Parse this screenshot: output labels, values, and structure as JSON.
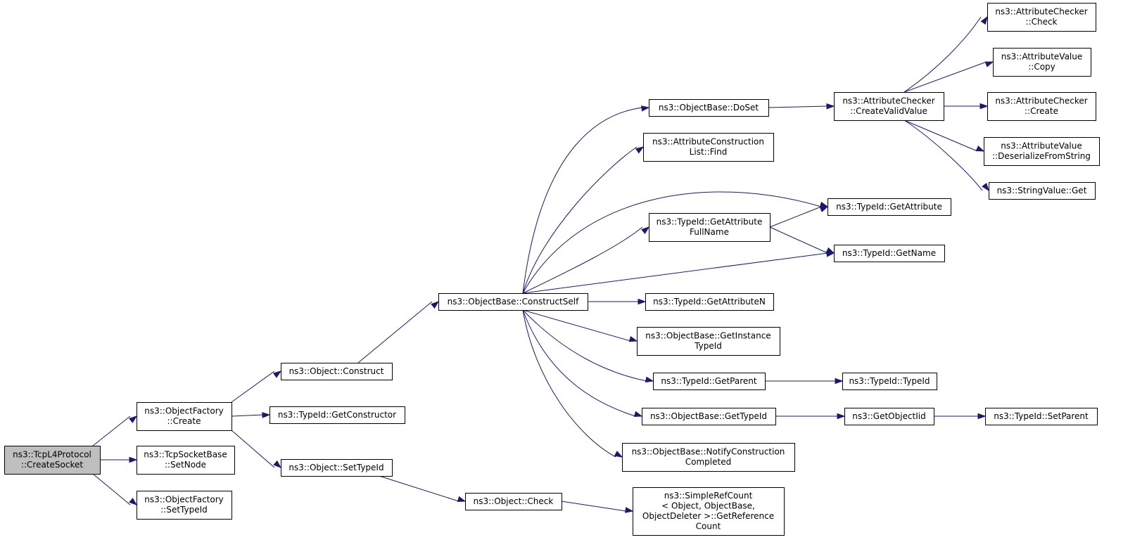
{
  "nodes": {
    "tcp_createsocket": [
      "ns3::TcpL4Protocol",
      "::CreateSocket"
    ],
    "of_create": [
      "ns3::ObjectFactory",
      "::Create"
    ],
    "tsb_setnode": [
      "ns3::TcpSocketBase",
      "::SetNode"
    ],
    "of_settypeid": [
      "ns3::ObjectFactory",
      "::SetTypeId"
    ],
    "obj_construct": [
      "ns3::Object::Construct"
    ],
    "tid_getconstructor": [
      "ns3::TypeId::GetConstructor"
    ],
    "obj_settypeid": [
      "ns3::Object::SetTypeId"
    ],
    "ob_constructself": [
      "ns3::ObjectBase::ConstructSelf"
    ],
    "obj_check": [
      "ns3::Object::Check"
    ],
    "ob_doset": [
      "ns3::ObjectBase::DoSet"
    ],
    "acl_find": [
      "ns3::AttributeConstruction",
      "List::Find"
    ],
    "tid_getattrfullname": [
      "ns3::TypeId::GetAttribute",
      "FullName"
    ],
    "tid_getattributen": [
      "ns3::TypeId::GetAttributeN"
    ],
    "ob_getinstancetypeid": [
      "ns3::ObjectBase::GetInstance",
      "TypeId"
    ],
    "tid_getparent": [
      "ns3::TypeId::GetParent"
    ],
    "ob_gettypeid": [
      "ns3::ObjectBase::GetTypeId"
    ],
    "ob_notifyconstruction": [
      "ns3::ObjectBase::NotifyConstruction",
      "Completed"
    ],
    "src_getrefcount": [
      "ns3::SimpleRefCount",
      "< Object, ObjectBase,",
      " ObjectDeleter >::GetReference",
      "Count"
    ],
    "ac_createvalidvalue": [
      "ns3::AttributeChecker",
      "::CreateValidValue"
    ],
    "tid_getattribute": [
      "ns3::TypeId::GetAttribute"
    ],
    "tid_getname": [
      "ns3::TypeId::GetName"
    ],
    "tid_typeid": [
      "ns3::TypeId::TypeId"
    ],
    "getobjectiid": [
      "ns3::GetObjectIid"
    ],
    "tid_setparent": [
      "ns3::TypeId::SetParent"
    ],
    "ac_check": [
      "ns3::AttributeChecker",
      "::Check"
    ],
    "av_copy": [
      "ns3::AttributeValue",
      "::Copy"
    ],
    "ac_create": [
      "ns3::AttributeChecker",
      "::Create"
    ],
    "av_deserialize": [
      "ns3::AttributeValue",
      "::DeserializeFromString"
    ],
    "sv_get": [
      "ns3::StringValue::Get"
    ]
  },
  "edges": [
    [
      "tcp_createsocket",
      "of_create"
    ],
    [
      "tcp_createsocket",
      "tsb_setnode"
    ],
    [
      "tcp_createsocket",
      "of_settypeid"
    ],
    [
      "of_create",
      "obj_construct"
    ],
    [
      "of_create",
      "tid_getconstructor"
    ],
    [
      "of_create",
      "obj_settypeid"
    ],
    [
      "obj_construct",
      "ob_constructself"
    ],
    [
      "obj_settypeid",
      "obj_check"
    ],
    [
      "obj_check",
      "src_getrefcount"
    ],
    [
      "ob_constructself",
      "ob_doset"
    ],
    [
      "ob_constructself",
      "acl_find"
    ],
    [
      "ob_constructself",
      "tid_getattribute"
    ],
    [
      "ob_constructself",
      "tid_getattrfullname"
    ],
    [
      "ob_constructself",
      "tid_getname"
    ],
    [
      "ob_constructself",
      "tid_getattributen"
    ],
    [
      "ob_constructself",
      "ob_getinstancetypeid"
    ],
    [
      "ob_constructself",
      "tid_getparent"
    ],
    [
      "ob_constructself",
      "ob_gettypeid"
    ],
    [
      "ob_constructself",
      "ob_notifyconstruction"
    ],
    [
      "ob_doset",
      "ac_createvalidvalue"
    ],
    [
      "tid_getattrfullname",
      "tid_getattribute"
    ],
    [
      "tid_getattrfullname",
      "tid_getname"
    ],
    [
      "tid_getparent",
      "tid_typeid"
    ],
    [
      "ob_gettypeid",
      "getobjectiid"
    ],
    [
      "getobjectiid",
      "tid_setparent"
    ],
    [
      "ac_createvalidvalue",
      "ac_check"
    ],
    [
      "ac_createvalidvalue",
      "av_copy"
    ],
    [
      "ac_createvalidvalue",
      "ac_create"
    ],
    [
      "ac_createvalidvalue",
      "av_deserialize"
    ],
    [
      "ac_createvalidvalue",
      "sv_get"
    ]
  ],
  "colors": {
    "edge": "#191970",
    "root_fill": "#bfbfbf",
    "node_fill": "#ffffff",
    "border": "#000000"
  }
}
